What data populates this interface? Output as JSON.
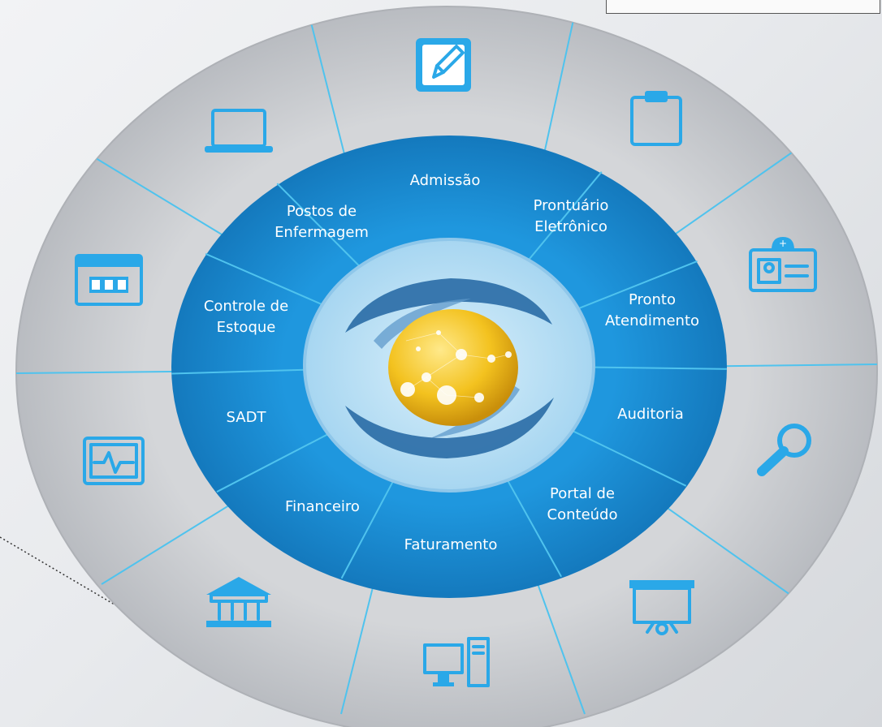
{
  "modules": [
    {
      "id": "admissao",
      "lines": [
        "Admissão"
      ],
      "icon": "edit-icon"
    },
    {
      "id": "prontuario-eletronico",
      "lines": [
        "Prontuário",
        "Eletrônico"
      ],
      "icon": "clipboard-icon"
    },
    {
      "id": "pronto-atendimento",
      "lines": [
        "Pronto",
        "Atendimento"
      ],
      "icon": "id-badge-icon"
    },
    {
      "id": "auditoria",
      "lines": [
        "Auditoria"
      ],
      "icon": "magnifier-icon"
    },
    {
      "id": "portal-de-conteudo",
      "lines": [
        "Portal de",
        "Conteúdo"
      ],
      "icon": "presentation-board-icon"
    },
    {
      "id": "faturamento",
      "lines": [
        "Faturamento"
      ],
      "icon": "desktop-computer-icon"
    },
    {
      "id": "financeiro",
      "lines": [
        "Financeiro"
      ],
      "icon": "bank-icon"
    },
    {
      "id": "sadt",
      "lines": [
        "SADT"
      ],
      "icon": "heart-monitor-icon"
    },
    {
      "id": "controle-de-estoque",
      "lines": [
        "Controle de",
        "Estoque"
      ],
      "icon": "calendar-grid-icon"
    },
    {
      "id": "postos-de-enfermagem",
      "lines": [
        "Postos de",
        "Enfermagem"
      ],
      "icon": "laptop-icon"
    }
  ],
  "colors": {
    "outer_ring": "#c9cbcf",
    "inner_ring": "#1b8fd6",
    "divider": "#4fc3ee",
    "icon": "#2aa8e8",
    "globe": "#f3c623",
    "core_swirl": "#2b6ea6"
  }
}
